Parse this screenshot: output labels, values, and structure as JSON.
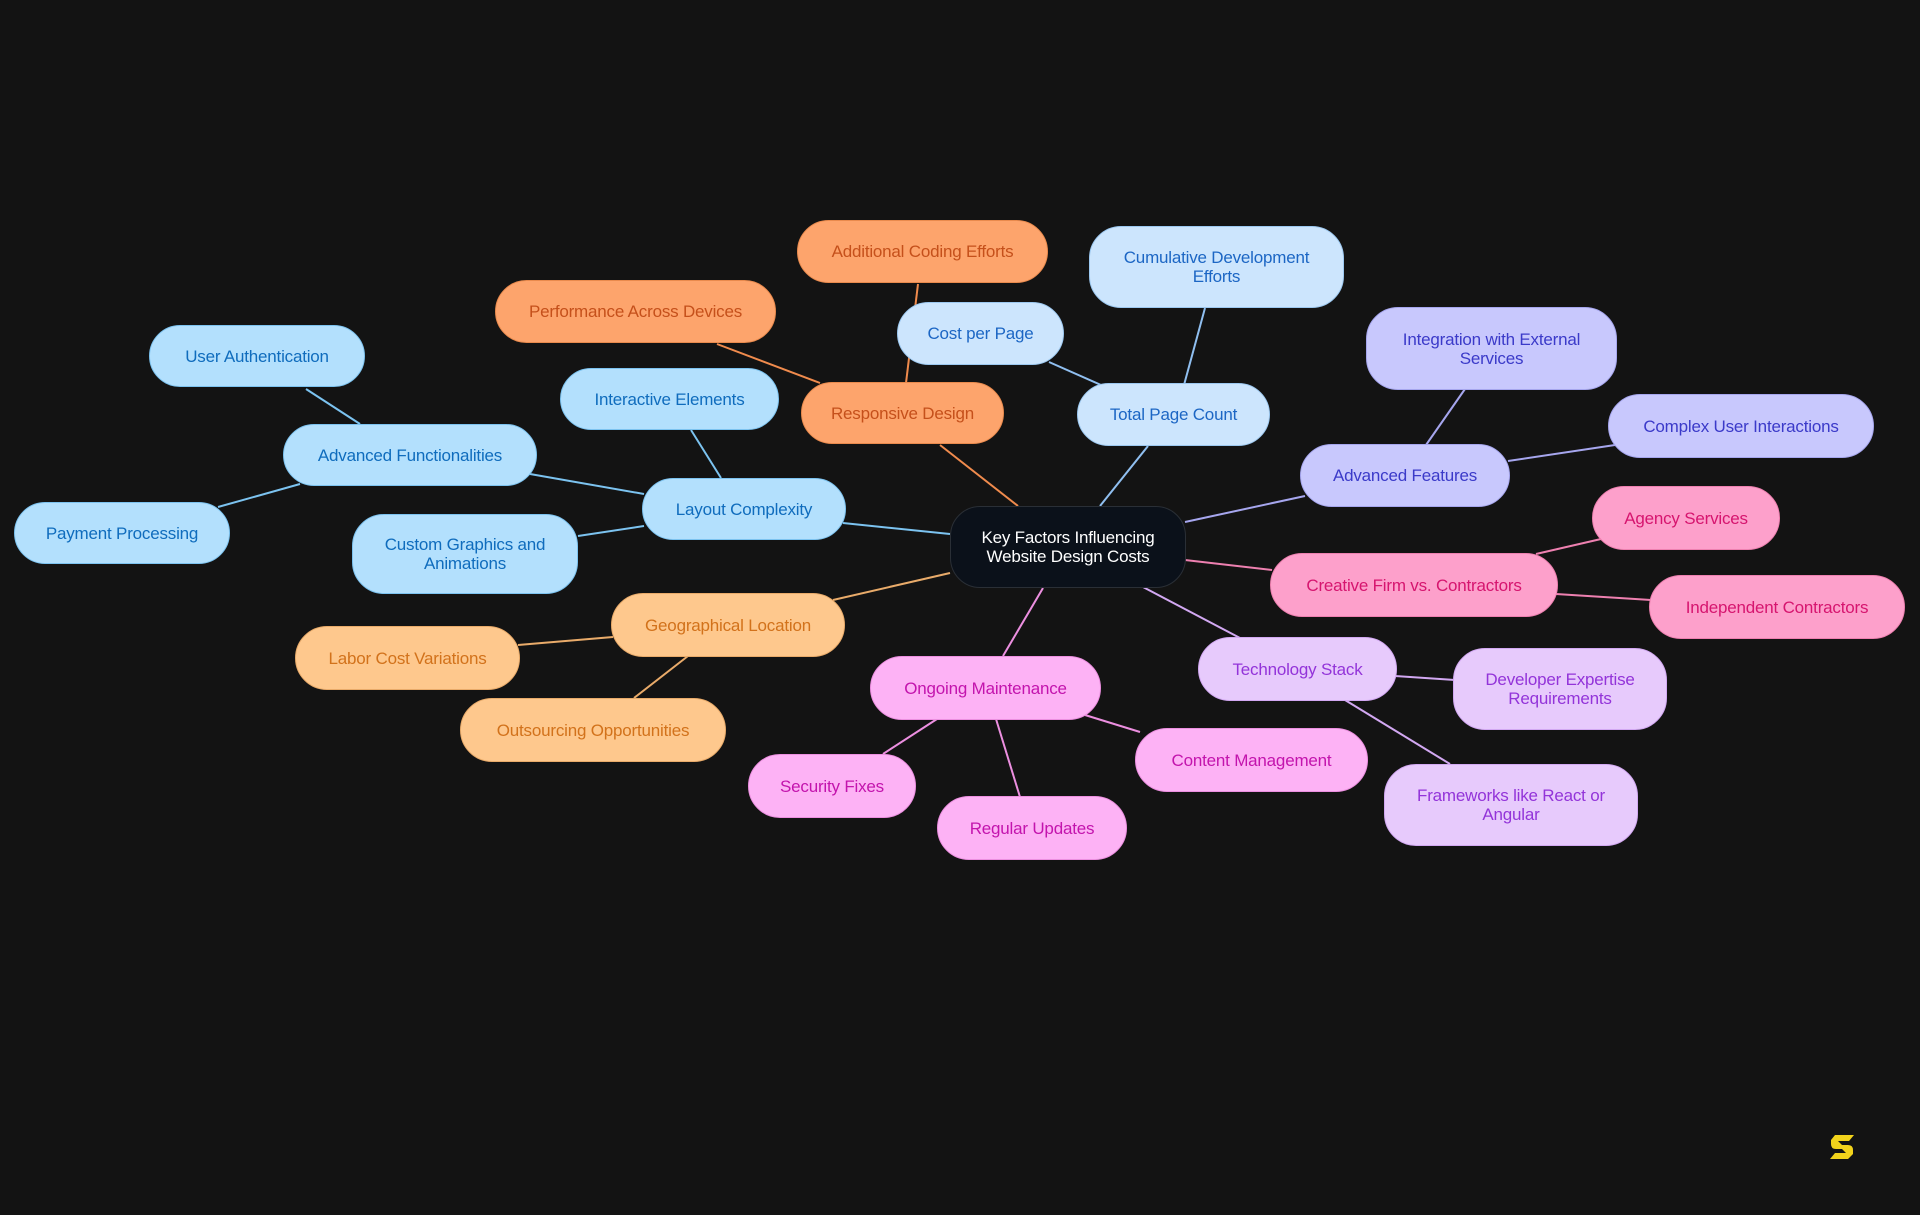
{
  "diagram": {
    "title": "Key Factors Influencing Website Design Costs",
    "type": "mindmap",
    "colors": {
      "background": "#131313",
      "root": "#0b111a",
      "layout_complexity": "#b3e0fd",
      "total_page_count": "#cce5fd",
      "responsive_design": "#fda46c",
      "geographical_location": "#fec88d",
      "advanced_features": "#c8c8fd",
      "creative_firm": "#fda0cb",
      "ongoing_maintenance": "#fdb2f5",
      "technology_stack": "#e7cafc",
      "logo": "#f2d31b"
    },
    "root": {
      "label": "Key Factors Influencing Website Design Costs"
    },
    "branches": [
      {
        "label": "Layout Complexity",
        "children": [
          {
            "label": "Interactive Elements"
          },
          {
            "label": "Advanced Functionalities",
            "children": [
              {
                "label": "User Authentication"
              },
              {
                "label": "Payment Processing"
              }
            ]
          },
          {
            "label": "Custom Graphics and Animations"
          }
        ]
      },
      {
        "label": "Responsive Design",
        "children": [
          {
            "label": "Performance Across Devices"
          },
          {
            "label": "Additional Coding Efforts"
          }
        ]
      },
      {
        "label": "Total Page Count",
        "children": [
          {
            "label": "Cost per Page"
          },
          {
            "label": "Cumulative Development Efforts"
          }
        ]
      },
      {
        "label": "Advanced Features",
        "children": [
          {
            "label": "Integration with External Services"
          },
          {
            "label": "Complex User Interactions"
          }
        ]
      },
      {
        "label": "Creative Firm vs. Contractors",
        "children": [
          {
            "label": "Agency Services"
          },
          {
            "label": "Independent Contractors"
          }
        ]
      },
      {
        "label": "Technology Stack",
        "children": [
          {
            "label": "Developer Expertise Requirements"
          },
          {
            "label": "Frameworks like React or Angular"
          }
        ]
      },
      {
        "label": "Ongoing Maintenance",
        "children": [
          {
            "label": "Content Management"
          },
          {
            "label": "Regular Updates"
          },
          {
            "label": "Security Fixes"
          }
        ]
      },
      {
        "label": "Geographical Location",
        "children": [
          {
            "label": "Labor Cost Variations"
          },
          {
            "label": "Outsourcing Opportunities"
          }
        ]
      }
    ]
  },
  "logo": {
    "icon": "s-logo-icon"
  }
}
